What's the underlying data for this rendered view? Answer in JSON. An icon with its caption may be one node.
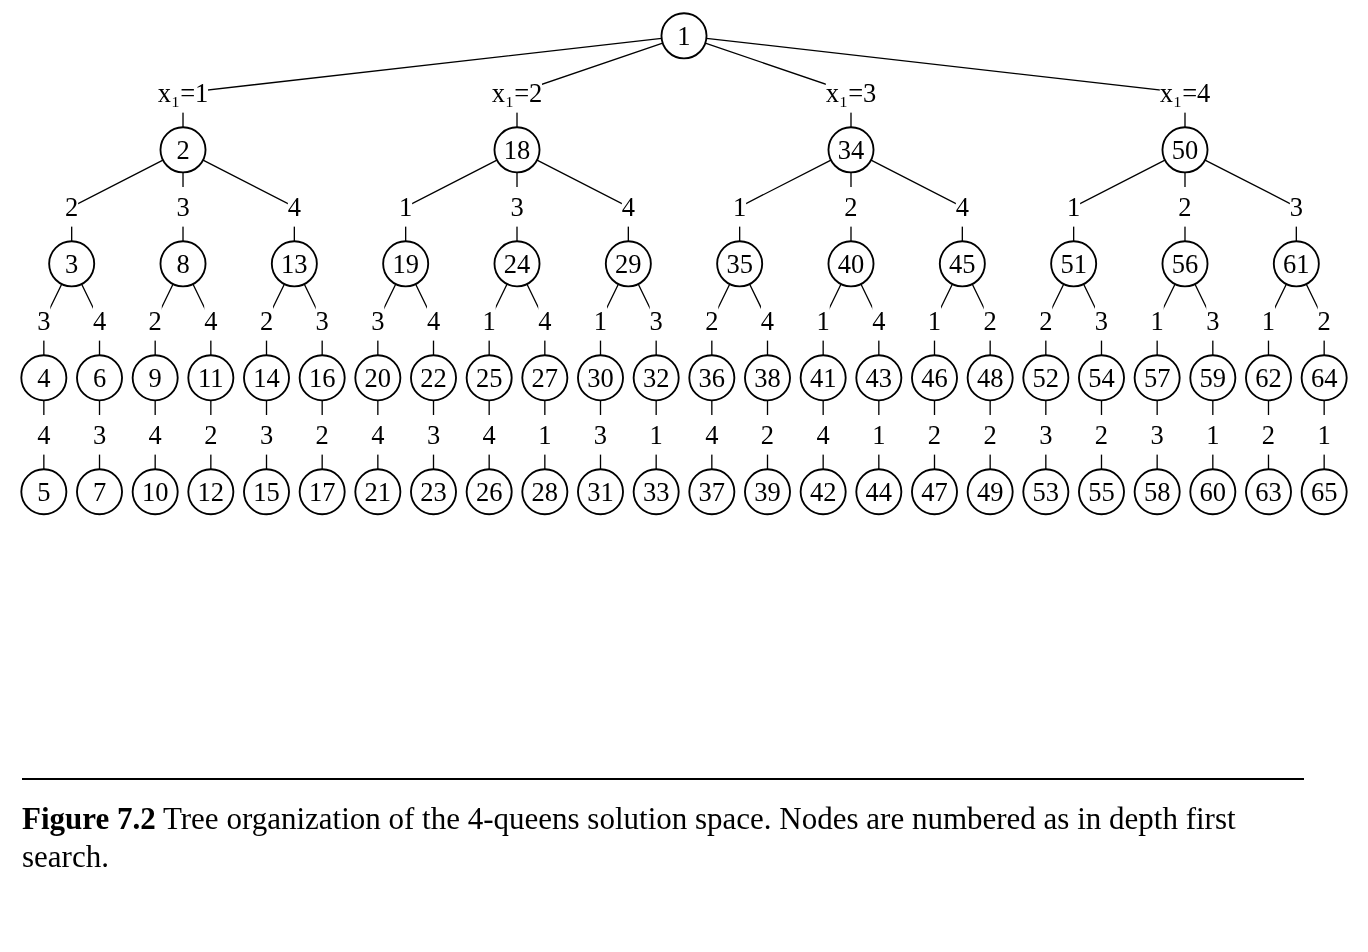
{
  "diagram": {
    "caption": "**Figure 7.2** Tree organization of the 4-queens solution space. Nodes are numbered as in depth first search.",
    "nodes": [
      {
        "text": [
          "1"
        ]
      },
      {
        "text": [
          "2"
        ]
      },
      {
        "text": [
          "18"
        ]
      },
      {
        "text": [
          "34"
        ]
      },
      {
        "text": [
          "50"
        ]
      },
      {
        "text": [
          "3"
        ]
      },
      {
        "text": [
          "8"
        ]
      },
      {
        "text": [
          "13"
        ]
      },
      {
        "text": [
          "19"
        ]
      },
      {
        "text": [
          "24"
        ]
      },
      {
        "text": [
          "29"
        ]
      },
      {
        "text": [
          "35"
        ]
      },
      {
        "text": [
          "40"
        ]
      },
      {
        "text": [
          "45"
        ]
      },
      {
        "text": [
          "51"
        ]
      },
      {
        "text": [
          "56"
        ]
      },
      {
        "text": [
          "61"
        ]
      },
      {
        "text": [
          "4"
        ]
      },
      {
        "text": [
          "6"
        ]
      },
      {
        "text": [
          "9"
        ]
      },
      {
        "text": [
          "11"
        ]
      },
      {
        "text": [
          "14"
        ]
      },
      {
        "text": [
          "16"
        ]
      },
      {
        "text": [
          "20"
        ]
      },
      {
        "text": [
          "22"
        ]
      },
      {
        "text": [
          "25"
        ]
      },
      {
        "text": [
          "27"
        ]
      },
      {
        "text": [
          "30"
        ]
      },
      {
        "text": [
          "32"
        ]
      },
      {
        "text": [
          "36"
        ]
      },
      {
        "text": [
          "38"
        ]
      },
      {
        "text": [
          "41"
        ]
      },
      {
        "text": [
          "43"
        ]
      },
      {
        "text": [
          "46"
        ]
      },
      {
        "text": [
          "48"
        ]
      },
      {
        "text": [
          "52"
        ]
      },
      {
        "text": [
          "54"
        ]
      },
      {
        "text": [
          "57"
        ]
      },
      {
        "text": [
          "59"
        ]
      },
      {
        "text": [
          "62"
        ]
      },
      {
        "text": [
          "64"
        ]
      },
      {
        "text": [
          "5"
        ]
      },
      {
        "text": [
          "7"
        ]
      },
      {
        "text": [
          "10"
        ]
      },
      {
        "text": [
          "12"
        ]
      },
      {
        "text": [
          "15"
        ]
      },
      {
        "text": [
          "17"
        ]
      },
      {
        "text": [
          "21"
        ]
      },
      {
        "text": [
          "23"
        ]
      },
      {
        "text": [
          "26"
        ]
      },
      {
        "text": [
          "28"
        ]
      },
      {
        "text": [
          "31"
        ]
      },
      {
        "text": [
          "33"
        ]
      },
      {
        "text": [
          "37"
        ]
      },
      {
        "text": [
          "39"
        ]
      },
      {
        "text": [
          "42"
        ]
      },
      {
        "text": [
          "44"
        ]
      },
      {
        "text": [
          "47"
        ]
      },
      {
        "text": [
          "49"
        ]
      },
      {
        "text": [
          "53"
        ]
      },
      {
        "text": [
          "55"
        ]
      },
      {
        "text": [
          "58"
        ]
      },
      {
        "text": [
          "60"
        ]
      },
      {
        "text": [
          "63"
        ]
      },
      {
        "text": [
          "65"
        ]
      }
    ],
    "edges": [
      {
        "from": 0,
        "to": 1,
        "arrow": "none",
        "label": "x₁=1"
      },
      {
        "from": 0,
        "to": 2,
        "arrow": "none",
        "label": "x₁=2"
      },
      {
        "from": 0,
        "to": 3,
        "arrow": "none",
        "label": "x₁=3"
      },
      {
        "from": 0,
        "to": 4,
        "arrow": "none",
        "label": "x₁=4"
      },
      {
        "from": 1,
        "to": 5,
        "arrow": "none",
        "label": "2"
      },
      {
        "from": 1,
        "to": 6,
        "arrow": "none",
        "label": "3"
      },
      {
        "from": 1,
        "to": 7,
        "arrow": "none",
        "label": "4"
      },
      {
        "from": 2,
        "to": 8,
        "arrow": "none",
        "label": "1"
      },
      {
        "from": 2,
        "to": 9,
        "arrow": "none",
        "label": "3"
      },
      {
        "from": 2,
        "to": 10,
        "arrow": "none",
        "label": "4"
      },
      {
        "from": 3,
        "to": 11,
        "arrow": "none",
        "label": "1"
      },
      {
        "from": 3,
        "to": 12,
        "arrow": "none",
        "label": "2"
      },
      {
        "from": 3,
        "to": 13,
        "arrow": "none",
        "label": "4"
      },
      {
        "from": 4,
        "to": 14,
        "arrow": "none",
        "label": "1"
      },
      {
        "from": 4,
        "to": 15,
        "arrow": "none",
        "label": "2"
      },
      {
        "from": 4,
        "to": 16,
        "arrow": "none",
        "label": "3"
      },
      {
        "from": 5,
        "to": 17,
        "arrow": "none",
        "label": "3"
      },
      {
        "from": 5,
        "to": 18,
        "arrow": "none",
        "label": "4"
      },
      {
        "from": 6,
        "to": 19,
        "arrow": "none",
        "label": "2"
      },
      {
        "from": 6,
        "to": 20,
        "arrow": "none",
        "label": "4"
      },
      {
        "from": 7,
        "to": 21,
        "arrow": "none",
        "label": "2"
      },
      {
        "from": 7,
        "to": 22,
        "arrow": "none",
        "label": "3"
      },
      {
        "from": 8,
        "to": 23,
        "arrow": "none",
        "label": "3"
      },
      {
        "from": 8,
        "to": 24,
        "arrow": "none",
        "label": "4"
      },
      {
        "from": 9,
        "to": 25,
        "arrow": "none",
        "label": "1"
      },
      {
        "from": 9,
        "to": 26,
        "arrow": "none",
        "label": "4"
      },
      {
        "from": 10,
        "to": 27,
        "arrow": "none",
        "label": "1"
      },
      {
        "from": 10,
        "to": 28,
        "arrow": "none",
        "label": "3"
      },
      {
        "from": 11,
        "to": 29,
        "arrow": "none",
        "label": "2"
      },
      {
        "from": 11,
        "to": 30,
        "arrow": "none",
        "label": "4"
      },
      {
        "from": 12,
        "to": 31,
        "arrow": "none",
        "label": "1"
      },
      {
        "from": 12,
        "to": 32,
        "arrow": "none",
        "label": "4"
      },
      {
        "from": 13,
        "to": 33,
        "arrow": "none",
        "label": "1"
      },
      {
        "from": 13,
        "to": 34,
        "arrow": "none",
        "label": "2"
      },
      {
        "from": 14,
        "to": 35,
        "arrow": "none",
        "label": "2"
      },
      {
        "from": 14,
        "to": 36,
        "arrow": "none",
        "label": "3"
      },
      {
        "from": 15,
        "to": 37,
        "arrow": "none",
        "label": "1"
      },
      {
        "from": 15,
        "to": 38,
        "arrow": "none",
        "label": "3"
      },
      {
        "from": 16,
        "to": 39,
        "arrow": "none",
        "label": "1"
      },
      {
        "from": 16,
        "to": 40,
        "arrow": "none",
        "label": "2"
      },
      {
        "from": 17,
        "to": 41,
        "arrow": "none",
        "label": "4"
      },
      {
        "from": 18,
        "to": 42,
        "arrow": "none",
        "label": "3"
      },
      {
        "from": 19,
        "to": 43,
        "arrow": "none",
        "label": "4"
      },
      {
        "from": 20,
        "to": 44,
        "arrow": "none",
        "label": "2"
      },
      {
        "from": 21,
        "to": 45,
        "arrow": "none",
        "label": "3"
      },
      {
        "from": 22,
        "to": 46,
        "arrow": "none",
        "label": "2"
      },
      {
        "from": 23,
        "to": 47,
        "arrow": "none",
        "label": "4"
      },
      {
        "from": 24,
        "to": 48,
        "arrow": "none",
        "label": "3"
      },
      {
        "from": 25,
        "to": 49,
        "arrow": "none",
        "label": "4"
      },
      {
        "from": 26,
        "to": 50,
        "arrow": "none",
        "label": "1"
      },
      {
        "from": 27,
        "to": 51,
        "arrow": "none",
        "label": "3"
      },
      {
        "from": 28,
        "to": 52,
        "arrow": "none",
        "label": "1"
      },
      {
        "from": 29,
        "to": 53,
        "arrow": "none",
        "label": "4"
      },
      {
        "from": 30,
        "to": 54,
        "arrow": "none",
        "label": "2"
      },
      {
        "from": 31,
        "to": 55,
        "arrow": "none",
        "label": "4"
      },
      {
        "from": 32,
        "to": 56,
        "arrow": "none",
        "label": "1"
      },
      {
        "from": 33,
        "to": 57,
        "arrow": "none",
        "label": "2"
      },
      {
        "from": 34,
        "to": 58,
        "arrow": "none",
        "label": "2"
      },
      {
        "from": 35,
        "to": 59,
        "arrow": "none",
        "label": "3"
      },
      {
        "from": 36,
        "to": 60,
        "arrow": "none",
        "label": "2"
      },
      {
        "from": 37,
        "to": 61,
        "arrow": "none",
        "label": "3"
      },
      {
        "from": 38,
        "to": 62,
        "arrow": "none",
        "label": "1"
      },
      {
        "from": 39,
        "to": 63,
        "arrow": "none",
        "label": "2"
      },
      {
        "from": 40,
        "to": 64,
        "arrow": "none",
        "label": "1"
      }
    ]
  }
}
